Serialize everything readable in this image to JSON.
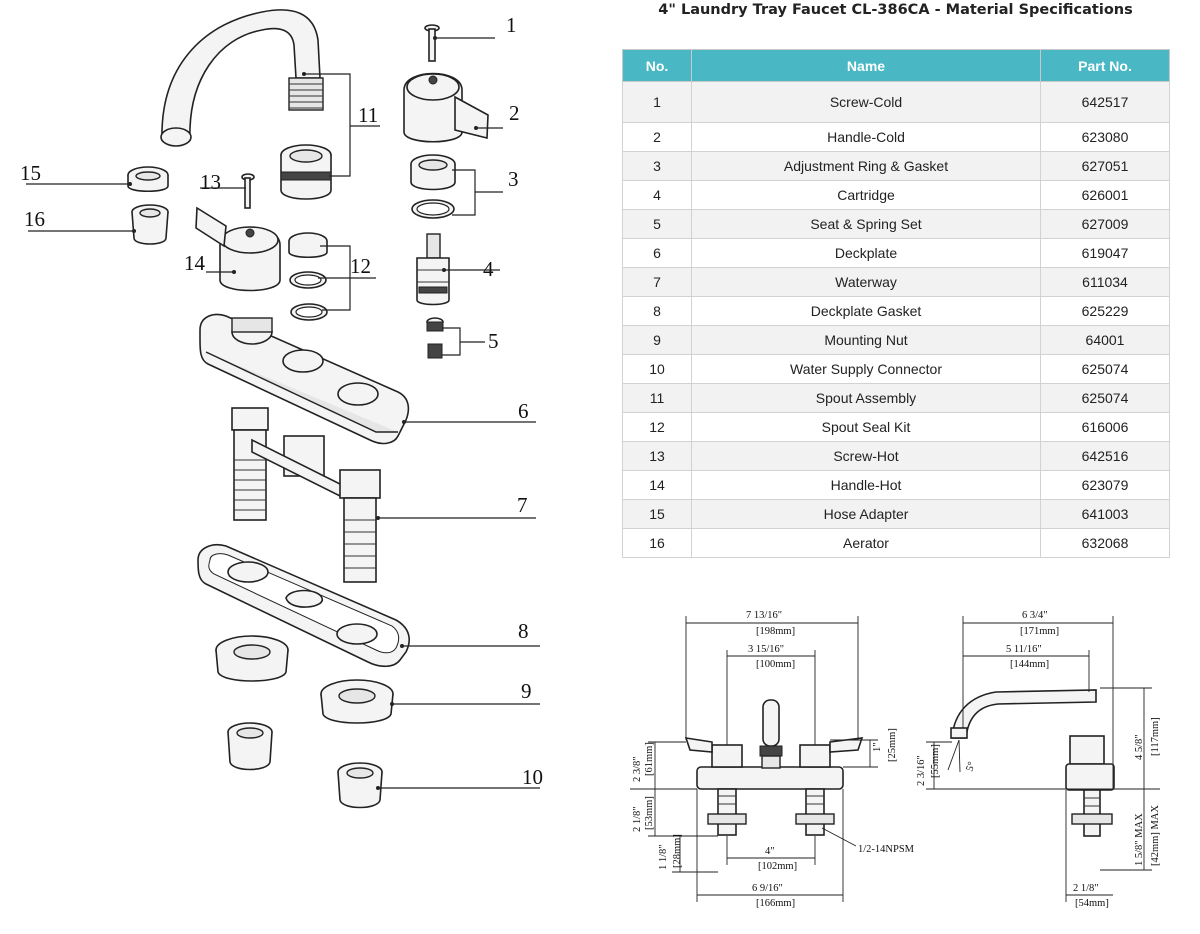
{
  "title": "4\" Laundry Tray Faucet CL-386CA - Material Specifications",
  "table": {
    "headers": [
      "No.",
      "Name",
      "Part No."
    ],
    "rows": [
      {
        "no": "1",
        "name": "Screw-Cold",
        "part": "642517"
      },
      {
        "no": "2",
        "name": "Handle-Cold",
        "part": "623080"
      },
      {
        "no": "3",
        "name": "Adjustment Ring & Gasket",
        "part": "627051"
      },
      {
        "no": "4",
        "name": "Cartridge",
        "part": "626001"
      },
      {
        "no": "5",
        "name": "Seat & Spring Set",
        "part": "627009"
      },
      {
        "no": "6",
        "name": "Deckplate",
        "part": "619047"
      },
      {
        "no": "7",
        "name": "Waterway",
        "part": "611034"
      },
      {
        "no": "8",
        "name": "Deckplate Gasket",
        "part": "625229"
      },
      {
        "no": "9",
        "name": "Mounting Nut",
        "part": "64001"
      },
      {
        "no": "10",
        "name": "Water Supply Connector",
        "part": "625074"
      },
      {
        "no": "11",
        "name": "Spout Assembly",
        "part": "625074"
      },
      {
        "no": "12",
        "name": "Spout Seal Kit",
        "part": "616006"
      },
      {
        "no": "13",
        "name": "Screw-Hot",
        "part": "642516"
      },
      {
        "no": "14",
        "name": "Handle-Hot",
        "part": "623079"
      },
      {
        "no": "15",
        "name": "Hose Adapter",
        "part": "641003"
      },
      {
        "no": "16",
        "name": "Aerator",
        "part": "632068"
      }
    ]
  },
  "callouts": {
    "c1": "1",
    "c2": "2",
    "c3": "3",
    "c4": "4",
    "c5": "5",
    "c6": "6",
    "c7": "7",
    "c8": "8",
    "c9": "9",
    "c10": "10",
    "c11": "11",
    "c12": "12",
    "c13": "13",
    "c14": "14",
    "c15": "15",
    "c16": "16"
  },
  "dimensions": {
    "front": {
      "overall_top": "7 13/16\"",
      "overall_top_mm": "[198mm]",
      "inner_top": "3 15/16\"",
      "inner_top_mm": "[100mm]",
      "left_height": "2 3/8\"",
      "left_height_mm": "[61mm]",
      "handle_height": "1\"",
      "handle_height_mm": "[25mm]",
      "shank": "2 1/8\"",
      "shank_mm": "[53mm]",
      "bottom": "1 1/8\"",
      "bottom_mm": "[28mm]",
      "centers": "4\"",
      "centers_mm": "[102mm]",
      "base": "6 9/16\"",
      "base_mm": "[166mm]",
      "thread": "1/2-14NPSM"
    },
    "side": {
      "reach": "6 3/4\"",
      "reach_mm": "[171mm]",
      "reach_inner": "5 11/16\"",
      "reach_inner_mm": "[144mm]",
      "spout_height": "2 3/16\"",
      "spout_height_mm": "[55mm]",
      "angle": "5°",
      "overall_height": "4 5/8\"",
      "overall_height_mm": "[117mm]",
      "max_depth": "1 5/8\" MAX",
      "max_depth_mm": "[42mm] MAX",
      "base": "2 1/8\"",
      "base_mm": "[54mm]"
    }
  }
}
